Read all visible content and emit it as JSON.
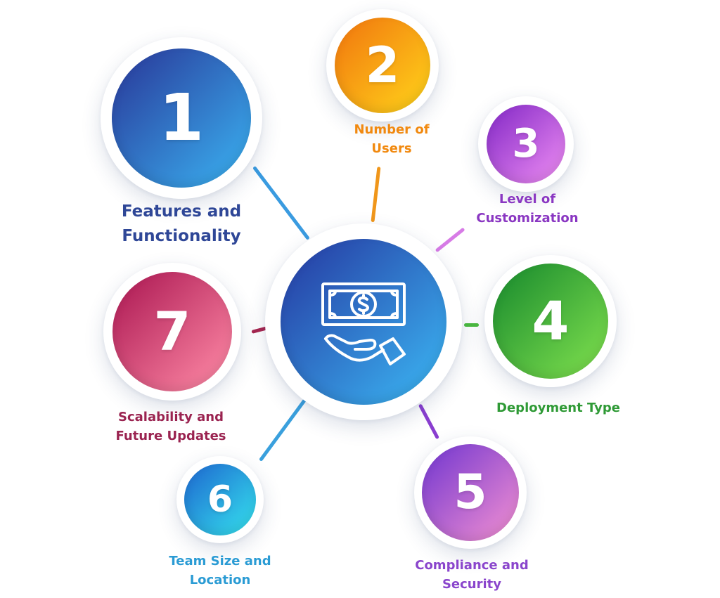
{
  "diagram": {
    "center": {
      "icon": "money-in-hand-icon",
      "color_start": "#2743a8",
      "color_end": "#3bb4f2"
    },
    "items": [
      {
        "number": "1",
        "label_lines": [
          "Features and",
          "Functionality"
        ],
        "color_start": "#2a3f9e",
        "color_end": "#3ab0f0",
        "label_color": "#2f4797"
      },
      {
        "number": "2",
        "label_lines": [
          "Number of",
          "Users"
        ],
        "color_start": "#f27c0f",
        "color_end": "#ffd21a",
        "label_color": "#f1890f"
      },
      {
        "number": "3",
        "label_lines": [
          "Level of",
          "Customization"
        ],
        "color_start": "#8a2fc9",
        "color_end": "#ec8bf2",
        "label_color": "#8a37c2"
      },
      {
        "number": "4",
        "label_lines": [
          "Deployment Type"
        ],
        "color_start": "#1e8f2f",
        "color_end": "#7fe04e",
        "label_color": "#2f9a36"
      },
      {
        "number": "5",
        "label_lines": [
          "Compliance and",
          "Security"
        ],
        "color_start": "#7a3ccf",
        "color_end": "#f08ed2",
        "label_color": "#8a45cc"
      },
      {
        "number": "6",
        "label_lines": [
          "Team Size and",
          "Location"
        ],
        "color_start": "#1f6fd1",
        "color_end": "#35e0ee",
        "label_color": "#2a9bd4"
      },
      {
        "number": "7",
        "label_lines": [
          "Scalability and",
          "Future Updates"
        ],
        "color_start": "#b01e57",
        "color_end": "#ff8aa6",
        "label_color": "#9a2350"
      }
    ]
  }
}
